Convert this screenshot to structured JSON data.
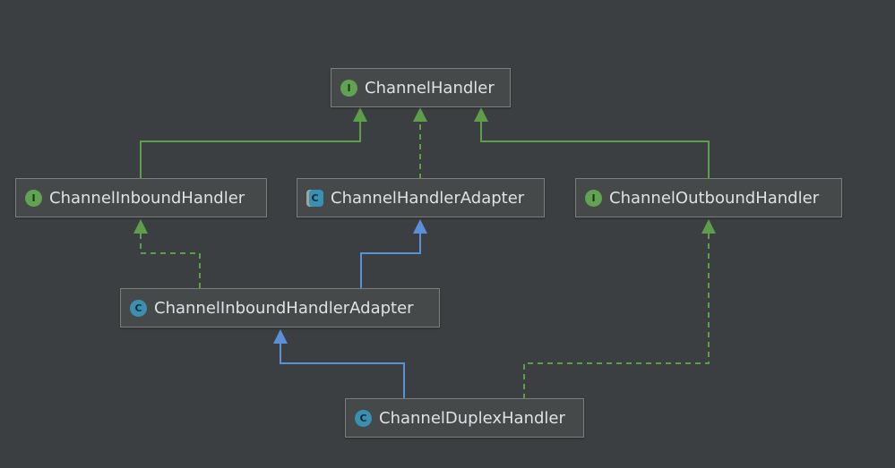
{
  "diagram": {
    "nodes": [
      {
        "id": "channel-handler",
        "label": "ChannelHandler",
        "kind": "interface",
        "badge": "I"
      },
      {
        "id": "channel-inbound-handler",
        "label": "ChannelInboundHandler",
        "kind": "interface",
        "badge": "I"
      },
      {
        "id": "channel-handler-adapter",
        "label": "ChannelHandlerAdapter",
        "kind": "abstract-class",
        "badge": "C"
      },
      {
        "id": "channel-outbound-handler",
        "label": "ChannelOutboundHandler",
        "kind": "interface",
        "badge": "I"
      },
      {
        "id": "channel-inbound-handler-adapter",
        "label": "ChannelInboundHandlerAdapter",
        "kind": "class",
        "badge": "C"
      },
      {
        "id": "channel-duplex-handler",
        "label": "ChannelDuplexHandler",
        "kind": "class",
        "badge": "C"
      }
    ],
    "edges": [
      {
        "from": "channel-inbound-handler",
        "to": "channel-handler",
        "relation": "extends",
        "style": "solid",
        "color": "#5e9e4a"
      },
      {
        "from": "channel-handler-adapter",
        "to": "channel-handler",
        "relation": "implements",
        "style": "dashed",
        "color": "#5e9e4a"
      },
      {
        "from": "channel-outbound-handler",
        "to": "channel-handler",
        "relation": "extends",
        "style": "solid",
        "color": "#5e9e4a"
      },
      {
        "from": "channel-inbound-handler-adapter",
        "to": "channel-inbound-handler",
        "relation": "implements",
        "style": "dashed",
        "color": "#5e9e4a"
      },
      {
        "from": "channel-inbound-handler-adapter",
        "to": "channel-handler-adapter",
        "relation": "extends",
        "style": "solid",
        "color": "#5b8fd8"
      },
      {
        "from": "channel-duplex-handler",
        "to": "channel-inbound-handler-adapter",
        "relation": "extends",
        "style": "solid",
        "color": "#5b8fd8"
      },
      {
        "from": "channel-duplex-handler",
        "to": "channel-outbound-handler",
        "relation": "implements",
        "style": "dashed",
        "color": "#5e9e4a"
      }
    ]
  },
  "colors": {
    "background": "#3c3f41",
    "interface_badge": "#62a352",
    "class_badge": "#3b8fb0",
    "implements_edge": "#5e9e4a",
    "extends_edge": "#5b8fd8"
  }
}
